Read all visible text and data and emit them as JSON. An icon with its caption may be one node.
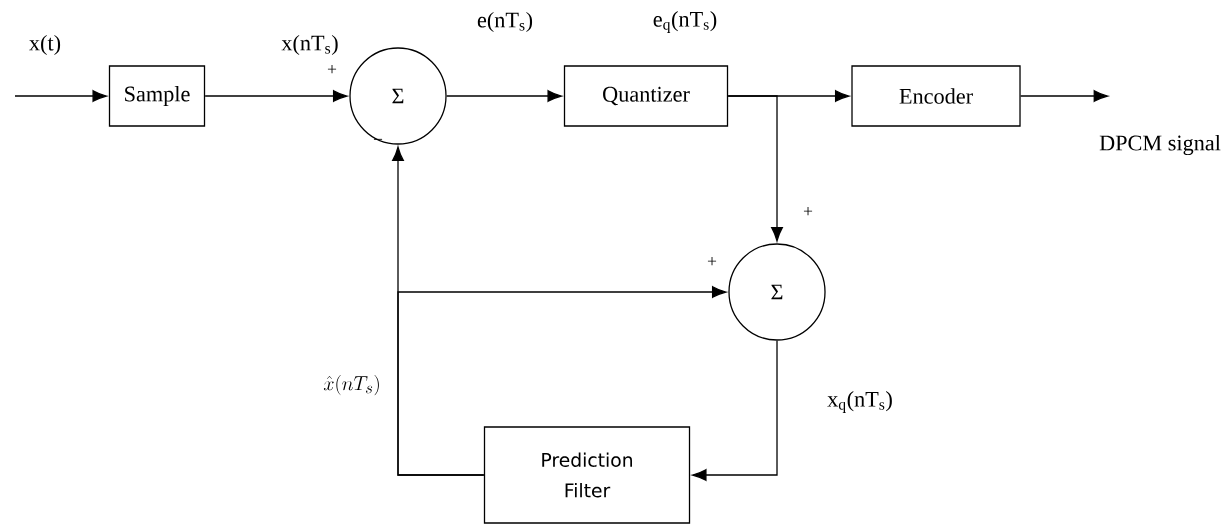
{
  "diagram": {
    "nodes": [
      {
        "text": [
          "Sample"
        ]
      },
      {
        "text": [
          "Σ"
        ]
      },
      {
        "text": [
          "Quantizer"
        ]
      },
      {
        "text": [
          "Encoder"
        ]
      },
      {
        "text": [
          "Σ"
        ]
      },
      {
        "text": [
          "Prediction Filter"
        ]
      }
    ],
    "edges": [
      {
        "from": null,
        "to": 0,
        "arrow": "to",
        "label": "x(t)"
      },
      {
        "from": 0,
        "to": 1,
        "arrow": "to",
        "label": "x(nT$_{s}$)"
      },
      {
        "from": 1,
        "to": 2,
        "arrow": "to",
        "label": "e(nT$_{s}$)"
      },
      {
        "from": 2,
        "to": 3,
        "arrow": "to",
        "label": "e$_{q}$(nT$_{s}$)"
      },
      {
        "from": 3,
        "to": null,
        "arrow": "to",
        "label": "DPCM signal"
      },
      {
        "from": 2,
        "to": 4,
        "arrow": "to"
      },
      {
        "from": 4,
        "to": 5,
        "arrow": "to",
        "label": "x$_{q}$(nT$_{s}$)"
      },
      {
        "from": 5,
        "to": 1,
        "arrow": "to",
        "label": "\\hat{x}(nT_s)"
      },
      {
        "from": 5,
        "to": 4,
        "arrow": "to"
      }
    ],
    "labels": [
      "+",
      "−",
      "+",
      "+"
    ]
  }
}
